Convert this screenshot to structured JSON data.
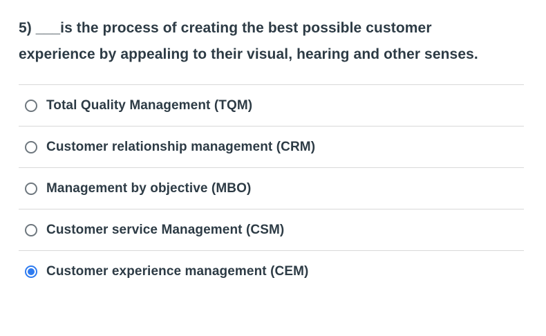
{
  "question": {
    "text": "5) ___is the process of creating the best possible customer experience by appealing to their visual, hearing and other senses."
  },
  "options": [
    {
      "label": "Total Quality Management (TQM)",
      "selected": false
    },
    {
      "label": "Customer relationship management (CRM)",
      "selected": false
    },
    {
      "label": "Management by objective (MBO)",
      "selected": false
    },
    {
      "label": "Customer service Management (CSM)",
      "selected": false
    },
    {
      "label": "Customer experience management (CEM)",
      "selected": true
    }
  ],
  "colors": {
    "text": "#2D3B45",
    "divider": "#D8D8D8",
    "radio_border": "#6E777E",
    "radio_selected": "#2E7BF0",
    "background": "#FFFFFF"
  }
}
